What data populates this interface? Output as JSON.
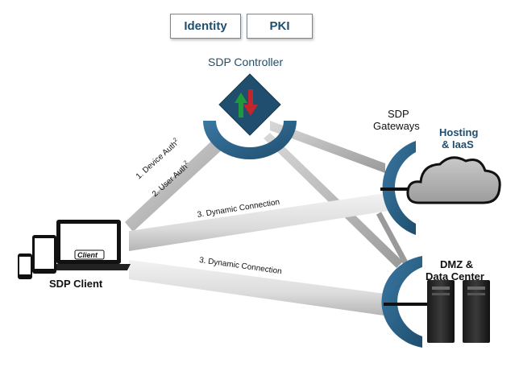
{
  "top_boxes": {
    "identity": "Identity",
    "pki": "PKI"
  },
  "controller": {
    "title": "SDP Controller"
  },
  "gateways": {
    "title_line1": "SDP",
    "title_line2": "Gateways"
  },
  "hosting": {
    "line1": "Hosting",
    "line2": "& IaaS"
  },
  "datacenter": {
    "line1": "DMZ &",
    "line2": "Data Center"
  },
  "client": {
    "title": "SDP Client",
    "screen_label": "Client"
  },
  "connections": {
    "device_auth": "1. Device Auth",
    "device_auth_sup": "2",
    "user_auth": "2. User Auth",
    "user_auth_sup": "2",
    "dynamic_upper": "3. Dynamic Connection",
    "dynamic_lower": "3. Dynamic Connection"
  },
  "colors": {
    "navy": "#1f4e6e",
    "arc_blue": "#2a5f86",
    "pipe_light": "#e6e6e6",
    "pipe_dark": "#b9b9b9",
    "arrow_green": "#1e9a3c",
    "arrow_red": "#c0262b"
  }
}
